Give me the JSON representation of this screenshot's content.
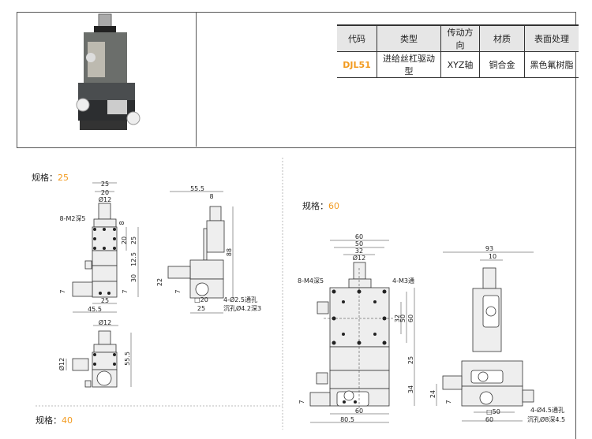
{
  "table": {
    "headers": [
      "代码",
      "类型",
      "传动方向",
      "材质",
      "表面处理"
    ],
    "row": [
      "DJL51",
      "进给丝杠驱动型",
      "XYZ轴",
      "铜合金",
      "黑色氟树脂"
    ]
  },
  "colors": {
    "accent": "#f29a1e",
    "line": "#333333",
    "part_fill": "#e8e8e8"
  },
  "spec_prefix": "规格：",
  "specs": [
    {
      "value": "25",
      "front": {
        "w25": "25",
        "w20": "20",
        "d12": "Ø12",
        "holes": "8-M2深5",
        "h8": "8",
        "h20": "20",
        "h25": "25",
        "h12_5": "12.5",
        "h30": "30",
        "h7a": "7",
        "h7b": "7",
        "b25": "25",
        "b45_5": "45.5"
      },
      "side": {
        "w55_5": "55.5",
        "w8": "8",
        "h88": "88",
        "h22": "22",
        "h7": "7",
        "sq20": "□20",
        "b25": "25",
        "through": "4-Ø2.5通孔",
        "counter": "沉孔Ø4.2深3"
      },
      "bottom": {
        "d12": "Ø12",
        "d12v": "Ø12",
        "h55_5": "55.5"
      }
    },
    {
      "value": "40"
    },
    {
      "value": "60",
      "front": {
        "w60": "60",
        "w50": "50",
        "w32": "32",
        "d12": "Ø12",
        "holes": "8-M4深5",
        "m3": "4-M3通",
        "h32": "32",
        "h50": "50",
        "h60": "60",
        "h25": "25",
        "h34": "34",
        "h7": "7",
        "b60": "60",
        "b80_5": "80.5"
      },
      "side": {
        "w93": "93",
        "w10": "10",
        "h24": "24",
        "h7": "7",
        "sq50": "□50",
        "b60": "60",
        "through": "4-Ø4.5通孔",
        "counter": "沉孔Ø8深4.5"
      }
    }
  ]
}
